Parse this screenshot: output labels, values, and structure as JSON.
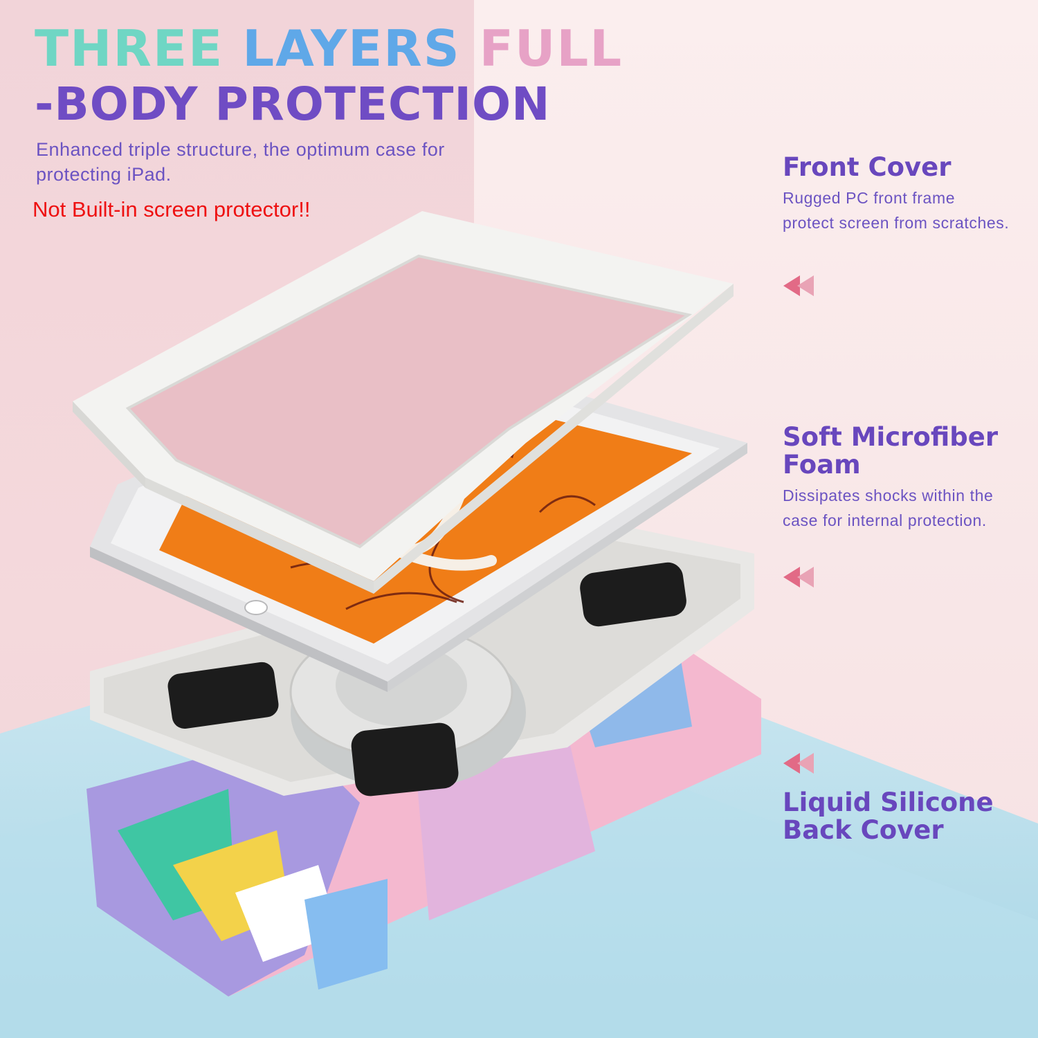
{
  "headline": {
    "line1_word1": "THREE",
    "line1_word2": "LAYERS",
    "line1_word3": "FULL",
    "line2": "-BODY PROTECTION"
  },
  "subtitle": "Enhanced triple structure, the optimum case for protecting iPad.",
  "warning": "Not Built-in screen protector!!",
  "features": [
    {
      "title": "Front Cover",
      "description": "Rugged PC front frame protect screen from scratches."
    },
    {
      "title": "Soft Microfiber Foam",
      "description": "Dissipates shocks within the case for internal protection."
    },
    {
      "title": "Liquid Silicone Back Cover",
      "description": ""
    }
  ],
  "icons": [
    "double-left-arrow-icon",
    "double-left-arrow-icon",
    "double-left-arrow-icon"
  ],
  "colors": {
    "title_teal": "#6fd6c4",
    "title_blue": "#5fa8e8",
    "title_pink": "#e7a2c6",
    "title_purple": "#6f4cc4",
    "text_purple": "#6b53c2",
    "warning_red": "#ee1111",
    "arrow_pink": "#e26a86",
    "screen_orange": "#f07d17"
  }
}
